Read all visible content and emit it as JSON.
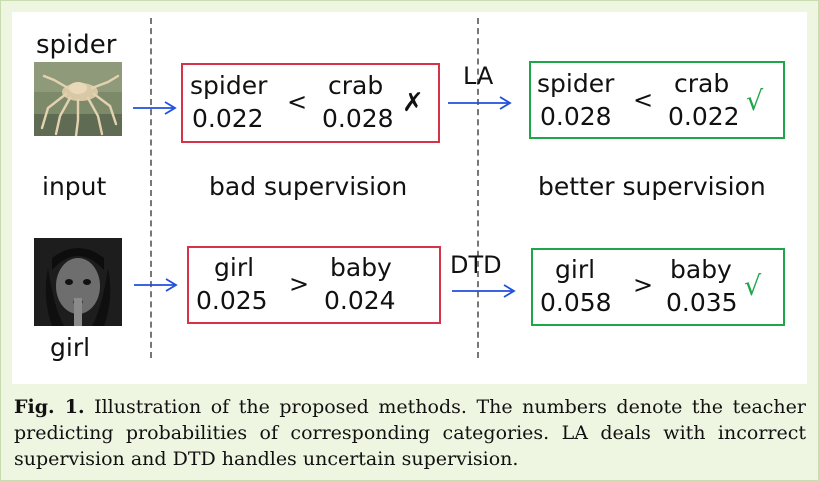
{
  "row1": {
    "input_label": "spider",
    "bad_box": {
      "left_name": "spider",
      "left_prob": "0.022",
      "op": "<",
      "right_name": "crab",
      "right_prob": "0.028",
      "mark": "✗"
    },
    "method": "LA",
    "good_box": {
      "left_name": "spider",
      "left_prob": "0.028",
      "op": "<",
      "right_name": "crab",
      "right_prob": "0.022",
      "mark": "√"
    }
  },
  "labels": {
    "input": "input",
    "bad": "bad supervision",
    "better": "better supervision"
  },
  "row2": {
    "input_label": "girl",
    "bad_box": {
      "left_name": "girl",
      "left_prob": "0.025",
      "op": ">",
      "right_name": "baby",
      "right_prob": "0.024"
    },
    "method": "DTD",
    "good_box": {
      "left_name": "girl",
      "left_prob": "0.058",
      "op": ">",
      "right_name": "baby",
      "right_prob": "0.035",
      "mark": "√"
    }
  },
  "caption": {
    "label": "Fig. 1.",
    "text": " Illustration of the proposed methods. The numbers denote the teacher predicting probabilities of corresponding categories. LA deals with incorrect supervision and DTD handles uncertain supervision."
  },
  "colors": {
    "bad": "#d6334b",
    "good": "#1fa64a",
    "arrow": "#1f4fe0",
    "check": "#1fa64a"
  }
}
